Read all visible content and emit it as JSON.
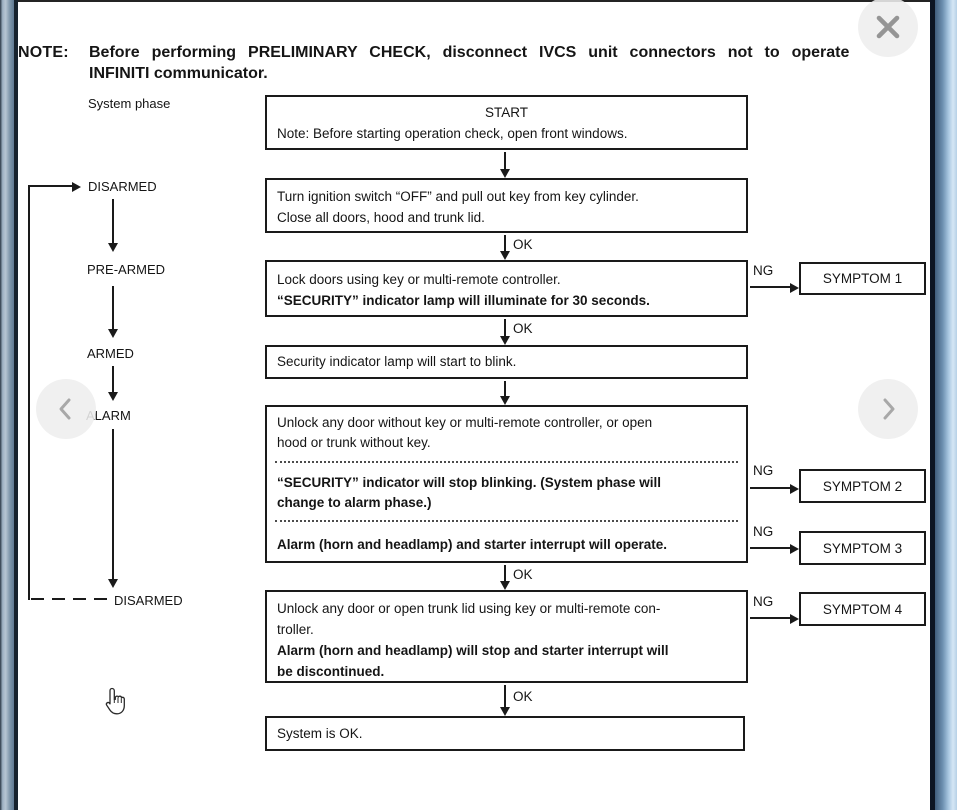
{
  "viewer": {
    "close_icon": "close",
    "prev_icon": "chevron-left",
    "next_icon": "chevron-right"
  },
  "theme": {
    "frame_steel_blue": "#8299ad",
    "frame_light_blue": "#d5e7f5",
    "frame_navy": "#17222d",
    "control_circle": "#eeeeee",
    "control_glyph": "#9a9a9a",
    "ink": "#1a1a1a"
  },
  "note": {
    "label": "NOTE:",
    "line1": "Before performing PRELIMINARY CHECK, disconnect IVCS unit connectors not to operate",
    "line2": "INFINITI communicator."
  },
  "flow": {
    "system_phase_label": "System phase",
    "ok": "OK",
    "ng": "NG",
    "phases": {
      "top": "DISARMED",
      "pre_armed": "PRE-ARMED",
      "armed": "ARMED",
      "alarm": "ALARM",
      "bottom": "DISARMED"
    },
    "boxes": {
      "start": {
        "title": "START",
        "note": "Note: Before starting operation check, open front windows."
      },
      "ignition": {
        "l1": "Turn ignition switch “OFF” and pull out key from key cylinder.",
        "l2": "Close all doors, hood and trunk lid."
      },
      "lock": {
        "l1": "Lock doors using key or multi-remote controller.",
        "l2": "“SECURITY” indicator lamp will illuminate for 30 seconds."
      },
      "blink": {
        "l1": "Security indicator lamp will start to blink."
      },
      "alarm": {
        "p1l1": "Unlock any door without key or multi-remote controller, or open",
        "p1l2": "hood or trunk without key.",
        "p2l1": "“SECURITY” indicator will stop blinking. (System phase will",
        "p2l2": "change to alarm phase.)",
        "p3": "Alarm (horn and headlamp) and starter interrupt will operate."
      },
      "disarm": {
        "p1l1": "Unlock any door or open trunk lid using key or multi-remote con-",
        "p1l2": "troller.",
        "p2l1": "Alarm (horn and headlamp) will stop and starter interrupt will",
        "p2l2": "be discontinued."
      },
      "system_ok": {
        "l1": "System is OK."
      }
    },
    "symptoms": [
      "SYMPTOM 1",
      "SYMPTOM 2",
      "SYMPTOM 3",
      "SYMPTOM 4"
    ]
  }
}
